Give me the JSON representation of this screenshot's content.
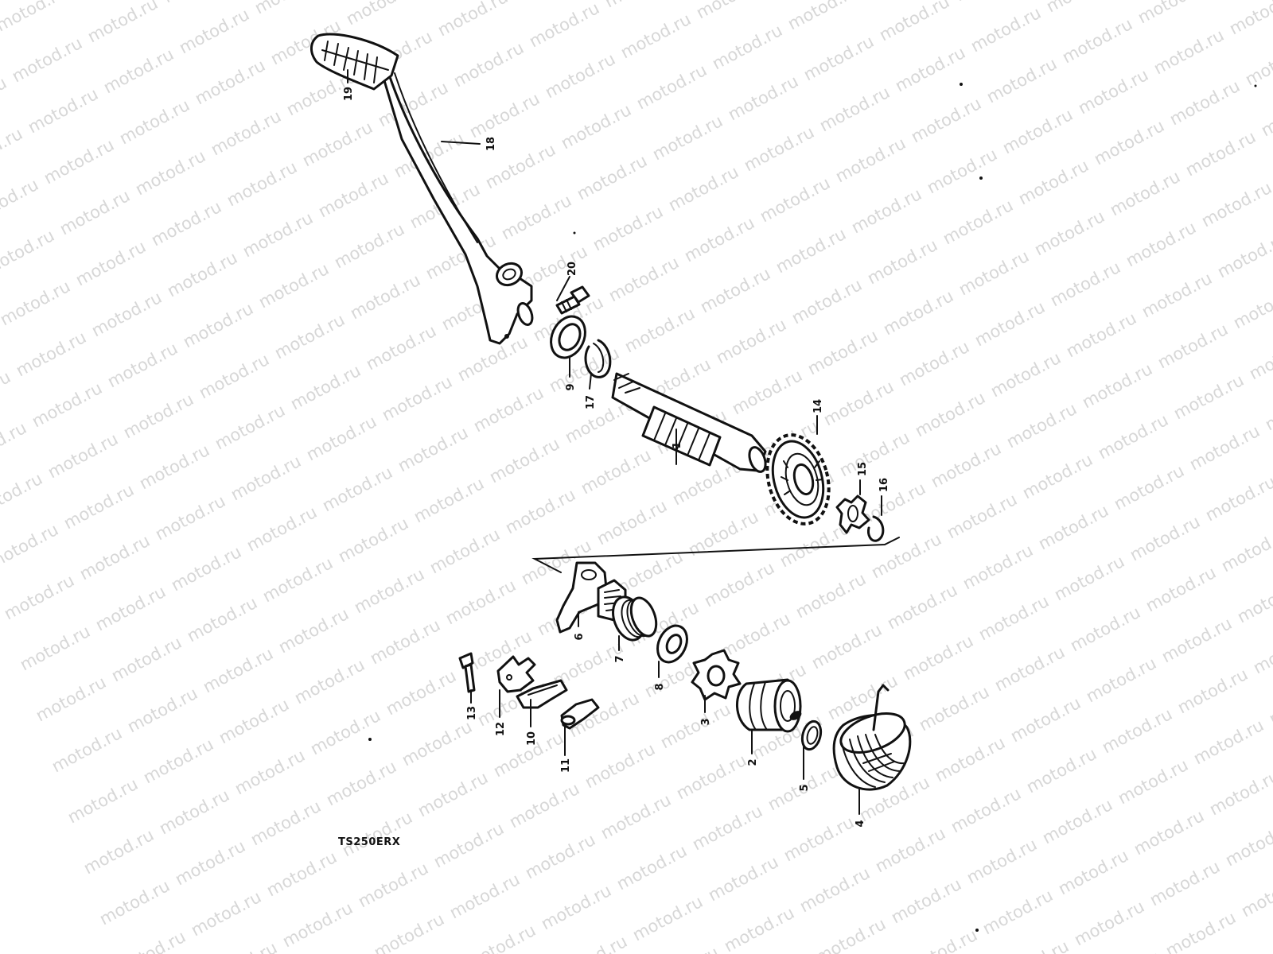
{
  "watermark": {
    "text": "motod.ru"
  },
  "model_code": "TS250ERX",
  "callouts": {
    "p1": "1",
    "p2": "2",
    "p3": "3",
    "p4": "4",
    "p5": "5",
    "p6": "6",
    "p7": "7",
    "p8": "8",
    "p9": "9",
    "p10": "10",
    "p11": "11",
    "p12": "12",
    "p13": "13",
    "p14": "14",
    "p15": "15",
    "p16": "16",
    "p17": "17",
    "p18": "18",
    "p19": "19",
    "p20": "20"
  }
}
